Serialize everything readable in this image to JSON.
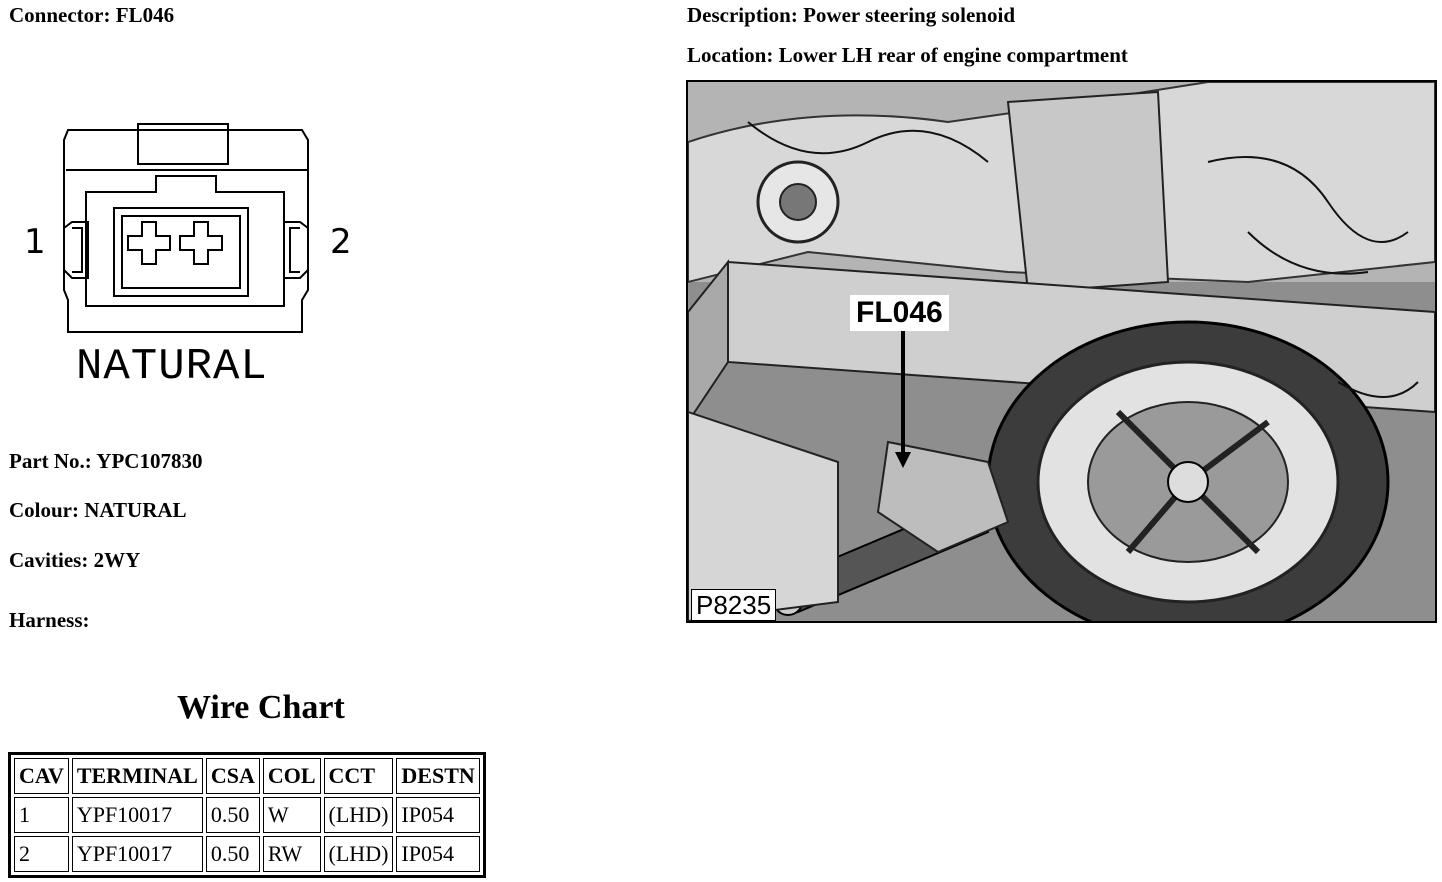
{
  "header": {
    "connector_key": "Connector:",
    "connector_value": "FL046",
    "description_key": "Description:",
    "description_value": "Power steering solenoid",
    "location_key": "Location:",
    "location_value": "Lower LH rear of engine compartment"
  },
  "diagram": {
    "pin_left": "1",
    "pin_right": "2",
    "colour_label": "NATURAL"
  },
  "details": {
    "part_no_key": "Part No.:",
    "part_no_value": "YPC107830",
    "colour_key": "Colour:",
    "colour_value": "NATURAL",
    "cavities_key": "Cavities:",
    "cavities_value": "2WY",
    "harness_key": "Harness:",
    "harness_value": ""
  },
  "photo": {
    "callout": "FL046",
    "reference": "P8235"
  },
  "wire_chart": {
    "title": "Wire Chart",
    "columns": [
      "CAV",
      "TERMINAL",
      "CSA",
      "COL",
      "CCT",
      "DESTN"
    ],
    "rows": [
      [
        "1",
        "YPF10017",
        "0.50",
        "W",
        "(LHD)",
        "IP054"
      ],
      [
        "2",
        "YPF10017",
        "0.50",
        "RW",
        "(LHD)",
        "IP054"
      ]
    ]
  }
}
